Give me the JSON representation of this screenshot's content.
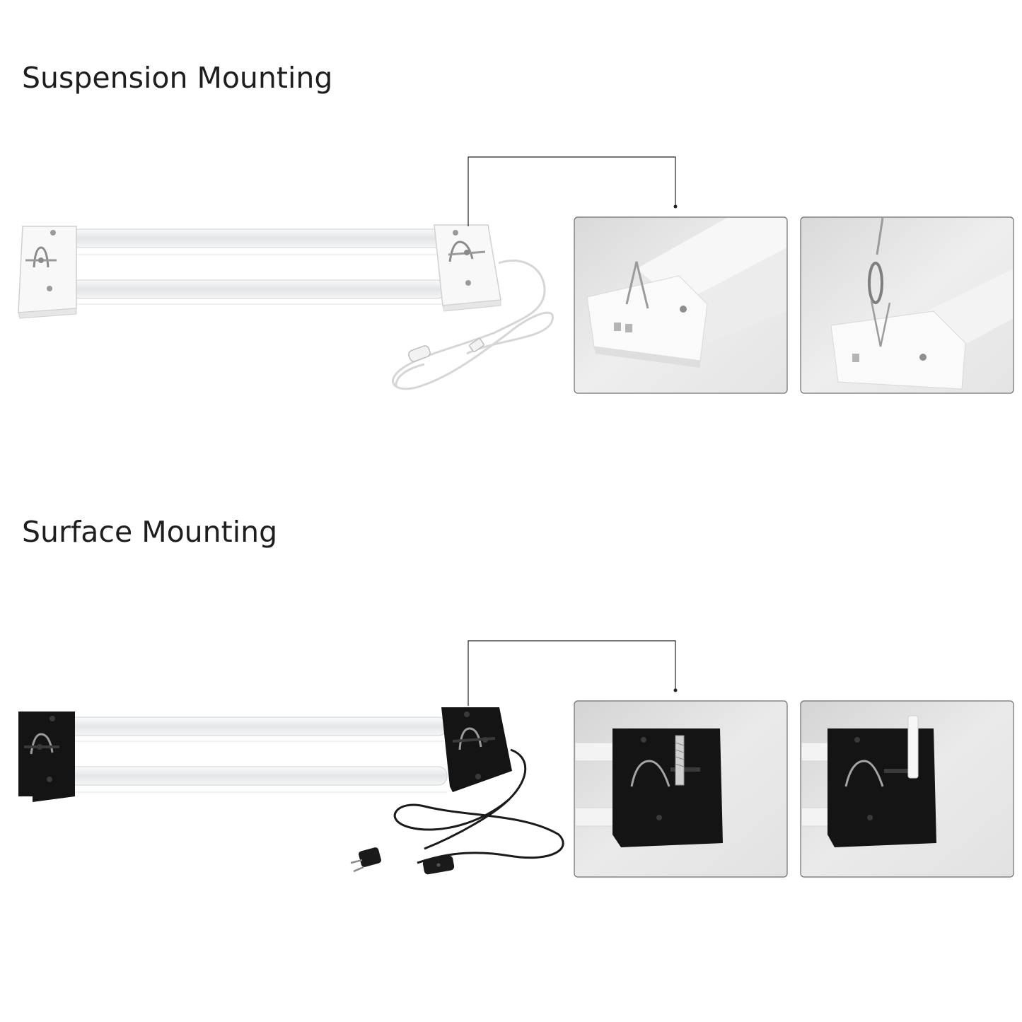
{
  "sections": {
    "suspension": {
      "title": "Suspension Mounting",
      "fixture_color": "#f4f4f4",
      "detail_views": [
        "v-hook-clip-detail",
        "cable-and-carabiner-hanging-detail"
      ]
    },
    "surface": {
      "title": "Surface Mounting",
      "fixture_color": "#121212",
      "detail_views": [
        "screw-through-keyhole-detail",
        "wall-anchor-through-keyhole-detail"
      ]
    }
  },
  "colors": {
    "background": "#ffffff",
    "text": "#1e1e1e",
    "panel_background": "#e8e8e8",
    "panel_border": "#6d6d6d",
    "callout_line": "#222222",
    "tube": "#eceef0"
  }
}
